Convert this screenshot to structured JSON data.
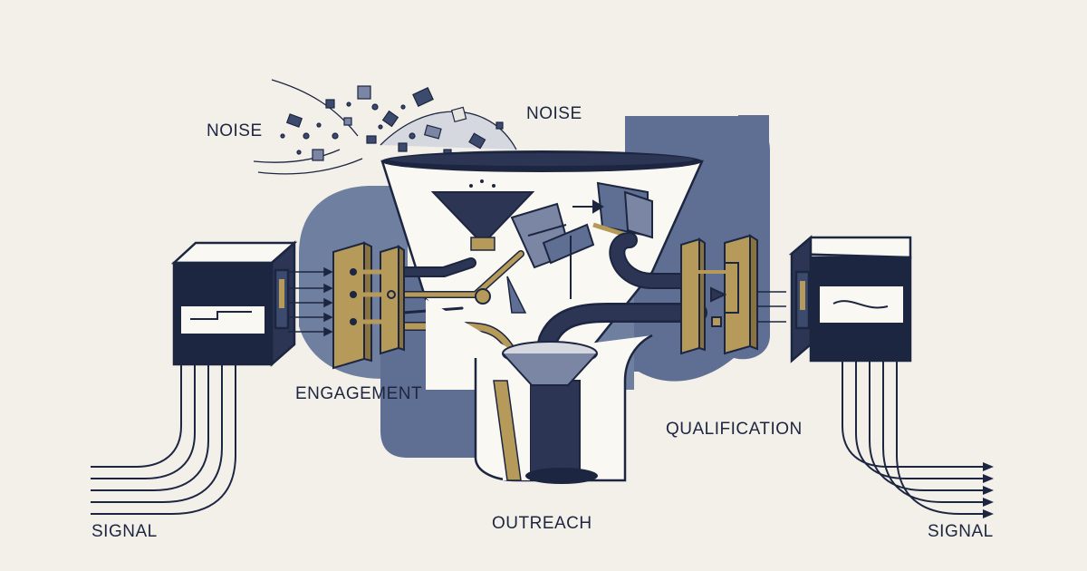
{
  "labels": {
    "noise_left": "NOISE",
    "noise_right": "NOISE",
    "engagement": "ENGAGEMENT",
    "qualification": "QUALIFICATION",
    "outreach": "OUTREACH",
    "signal_left": "SIGNAL",
    "signal_right": "SIGNAL"
  },
  "colors": {
    "background": "#f3f0ea",
    "navy": "#1d2640",
    "slate": "#5f6f93",
    "slate_light": "#8593b2",
    "gold": "#b59a5a",
    "white": "#faf8f3"
  }
}
